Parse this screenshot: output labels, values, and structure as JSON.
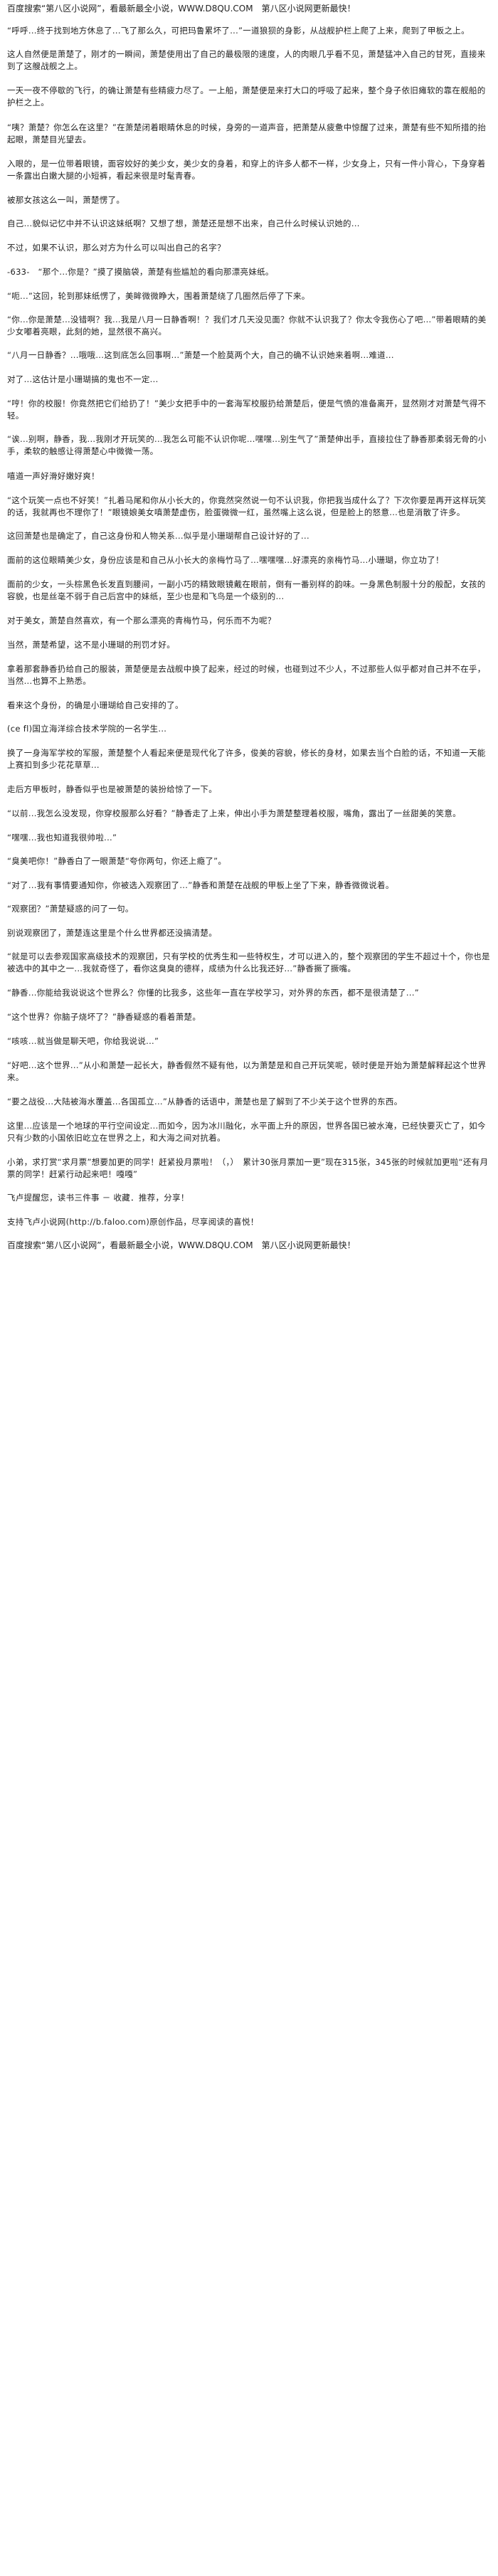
{
  "banner_top": "百度搜索“第八区小说网”，看最新最全小说，WWW.D8QU.COM　第八区小说网更新最快！",
  "paragraphs": [
    "“呼呼...终于找到地方休息了...飞了那么久，可把玛鲁累坏了...”一道狼狈的身影，从战舰护栏上爬了上来，爬到了甲板之上。",
    "这人自然便是萧楚了，刚才的一瞬间，萧楚使用出了自己的最极限的速度，人的肉眼几乎看不见，萧楚猛冲入自己的甘死，直接来到了这艘战舰之上。",
    "一天一夜不停歇的飞行，的确让萧楚有些精疲力尽了。一上船，萧楚便是来打大口的呼吸了起来，整个身子依旧瘫软的靠在舰船的护栏之上。",
    "“咦？萧楚？你怎么在这里？”在萧楚闭着眼睛休息的时候，身旁的一道声音，把萧楚从疲惫中惊醒了过来，萧楚有些不知所措的抬起眼，萧楚目光望去。",
    "入眼的，是一位带着眼镜，面容姣好的美少女，美少女的身着，和穿上的许多人都不一样，少女身上，只有一件小背心，下身穿着一条露出白嫩大腿的小短裤，看起来很是时髦青春。",
    "被那女孩这么一叫，萧楚愣了。",
    "自己...貌似记忆中并不认识这妹纸啊？又想了想，萧楚还是想不出来，自己什么时候认识她的...",
    "不过，如果不认识，那么对方为什么可以叫出自己的名字？",
    "-633-　“那个...你是？”摸了摸脑袋，萧楚有些尴尬的看向那漂亮妹纸。",
    "“呃...”这回，轮到那妹纸愣了，美眸微微睁大，围着萧楚绕了几圈然后停了下来。",
    "“你...你是萧楚...没错啊？我...我是八月一日静香啊！？我们才几天没见面？你就不认识我了？你太令我伤心了吧...”带着眼睛的美少女嘟着亮眼，此刻的她，显然很不高兴。",
    "“八月一日静香？...哦哦...这到底怎么回事啊...”萧楚一个脸莫两个大，自己的确不认识她来着啊...难道...",
    "对了...这估计是小珊瑚搞的鬼也不一定...",
    "“哼！你的校服！你竟然把它们给扔了！”美少女把手中的一套海军校服扔给萧楚后，便是气愤的准备离开，显然刚才对萧楚气得不轻。",
    "“诶...别啊，静香，我...我刚才开玩笑的...我怎么可能不认识你呢...嘿嘿...别生气了”萧楚伸出手，直接拉住了静香那柔弱无骨的小手，柔软的触感让得萧楚心中微微一荡。",
    "嘻道一声好滑好嫩好爽！",
    "“这个玩笑一点也不好笑！”扎着马尾和你从小长大的，你竟然突然说一句不认识我，你把我当成什么了？下次你要是再开这样玩笑的话，我就再也不理你了！”眼镜娘美女嗔萧楚虚伤，脸蛋微微一红，虽然嘴上这么说，但是脸上的怒意...也是消散了许多。",
    "这回萧楚也是确定了，自己这身份和人物关系...似乎是小珊瑚帮自己设计好的了...",
    "面前的这位眼睛美少女，身份应该是和自己从小长大的亲梅竹马了...嘿嘿嘿...好漂亮的亲梅竹马...小珊瑚，你立功了！",
    "面前的少女，一头棕黑色长发直到腰间，一副小巧的精致眼镜戴在眼前，倒有一番别样的韵味。一身黑色制服十分的般配，女孩的容貌，也是丝毫不弱于自己后宫中的妹纸，至少也是和飞鸟是一个级别的...",
    "对于美女，萧楚自然喜欢，有一个那么漂亮的青梅竹马，何乐而不为呢？",
    "当然，萧楚希望，这不是小珊瑚的刑罚才好。",
    "拿着那套静香扔给自己的服装，萧楚便是去战舰中换了起来，经过的时候，也碰到过不少人，不过那些人似乎都对自己并不在乎，当然...也算不上熟悉。",
    "看来这个身份，的确是小珊瑚给自己安排的了。",
    "(ce fl)国立海洋综合技术学院的一名学生...",
    "换了一身海军学校的军服，萧楚整个人看起来便是现代化了许多，俊美的容貌，修长的身材，如果去当个白脸的话，不知道一天能上赛扣到多少花花草草...",
    "走后方甲板时，静香似乎也是被萧楚的装扮给惊了一下。",
    "“以前...我怎么没发现，你穿校服那么好看？”静香走了上来，伸出小手为萧楚整理着校服，嘴角，露出了一丝甜美的笑意。",
    "“嘿嘿...我也知道我很帅啦...”",
    "“臭美吧你！”静香白了一眼萧楚“夸你两句，你还上瘾了”。",
    "“对了...我有事情要通知你，你被选入观察团了...”静香和萧楚在战舰的甲板上坐了下来，静香微微说着。",
    "“观察团？”萧楚疑惑的问了一句。",
    "别说观察团了，萧楚连这里是个什么世界都还没搞清楚。",
    "“就是可以去参观国家高级技术的观察团，只有学校的优秀生和一些特权生，才可以进入的，整个观察团的学生不超过十个，你也是被选中的其中之一...我就奇怪了，看你这臭臭的德样，成绩为什么比我还好...”静香撅了撅嘴。",
    "“静香...你能给我说说这个世界么？你懂的比我多，这些年一直在学校学习，对外界的东西，都不是很清楚了...”",
    "“这个世界？你脑子烧坏了？”静香疑惑的看着萧楚。",
    "“咳咳...就当做是聊天吧，你给我说说...”",
    "“好吧...这个世界...”从小和萧楚一起长大，静香假然不疑有他，以为萧楚是和自己开玩笑呢，顿时便是开始为萧楚解释起这个世界来。",
    "“要之战役...大陆被海水覆盖...各国孤立...”从静香的话语中，萧楚也是了解到了不少关于这个世界的东西。",
    "这里...应该是一个地球的平行空间设定...而如今，因为冰川融化，水平面上升的原因，世界各国已被水淹，已经快要灭亡了，如今只有少数的小国依旧屹立在世界之上，和大海之间对抗着。",
    "小弟，求打赏“求月票”想要加更的同学！赶紧投月票啦！（，）　累计30张月票加一更”现在315张，345张的时候就加更啦“还有月票的同学！赶紧行动起来吧！嘎嘎”",
    "飞卢提醒您，读书三件事 － 收藏．推荐，分享！",
    "支持飞卢小说网(http://b.faloo.com)原创作品，尽享阅读的喜悦！"
  ],
  "banner_bottom": "百度搜索“第八区小说网”，看最新最全小说，WWW.D8QU.COM　第八区小说网更新最快！"
}
